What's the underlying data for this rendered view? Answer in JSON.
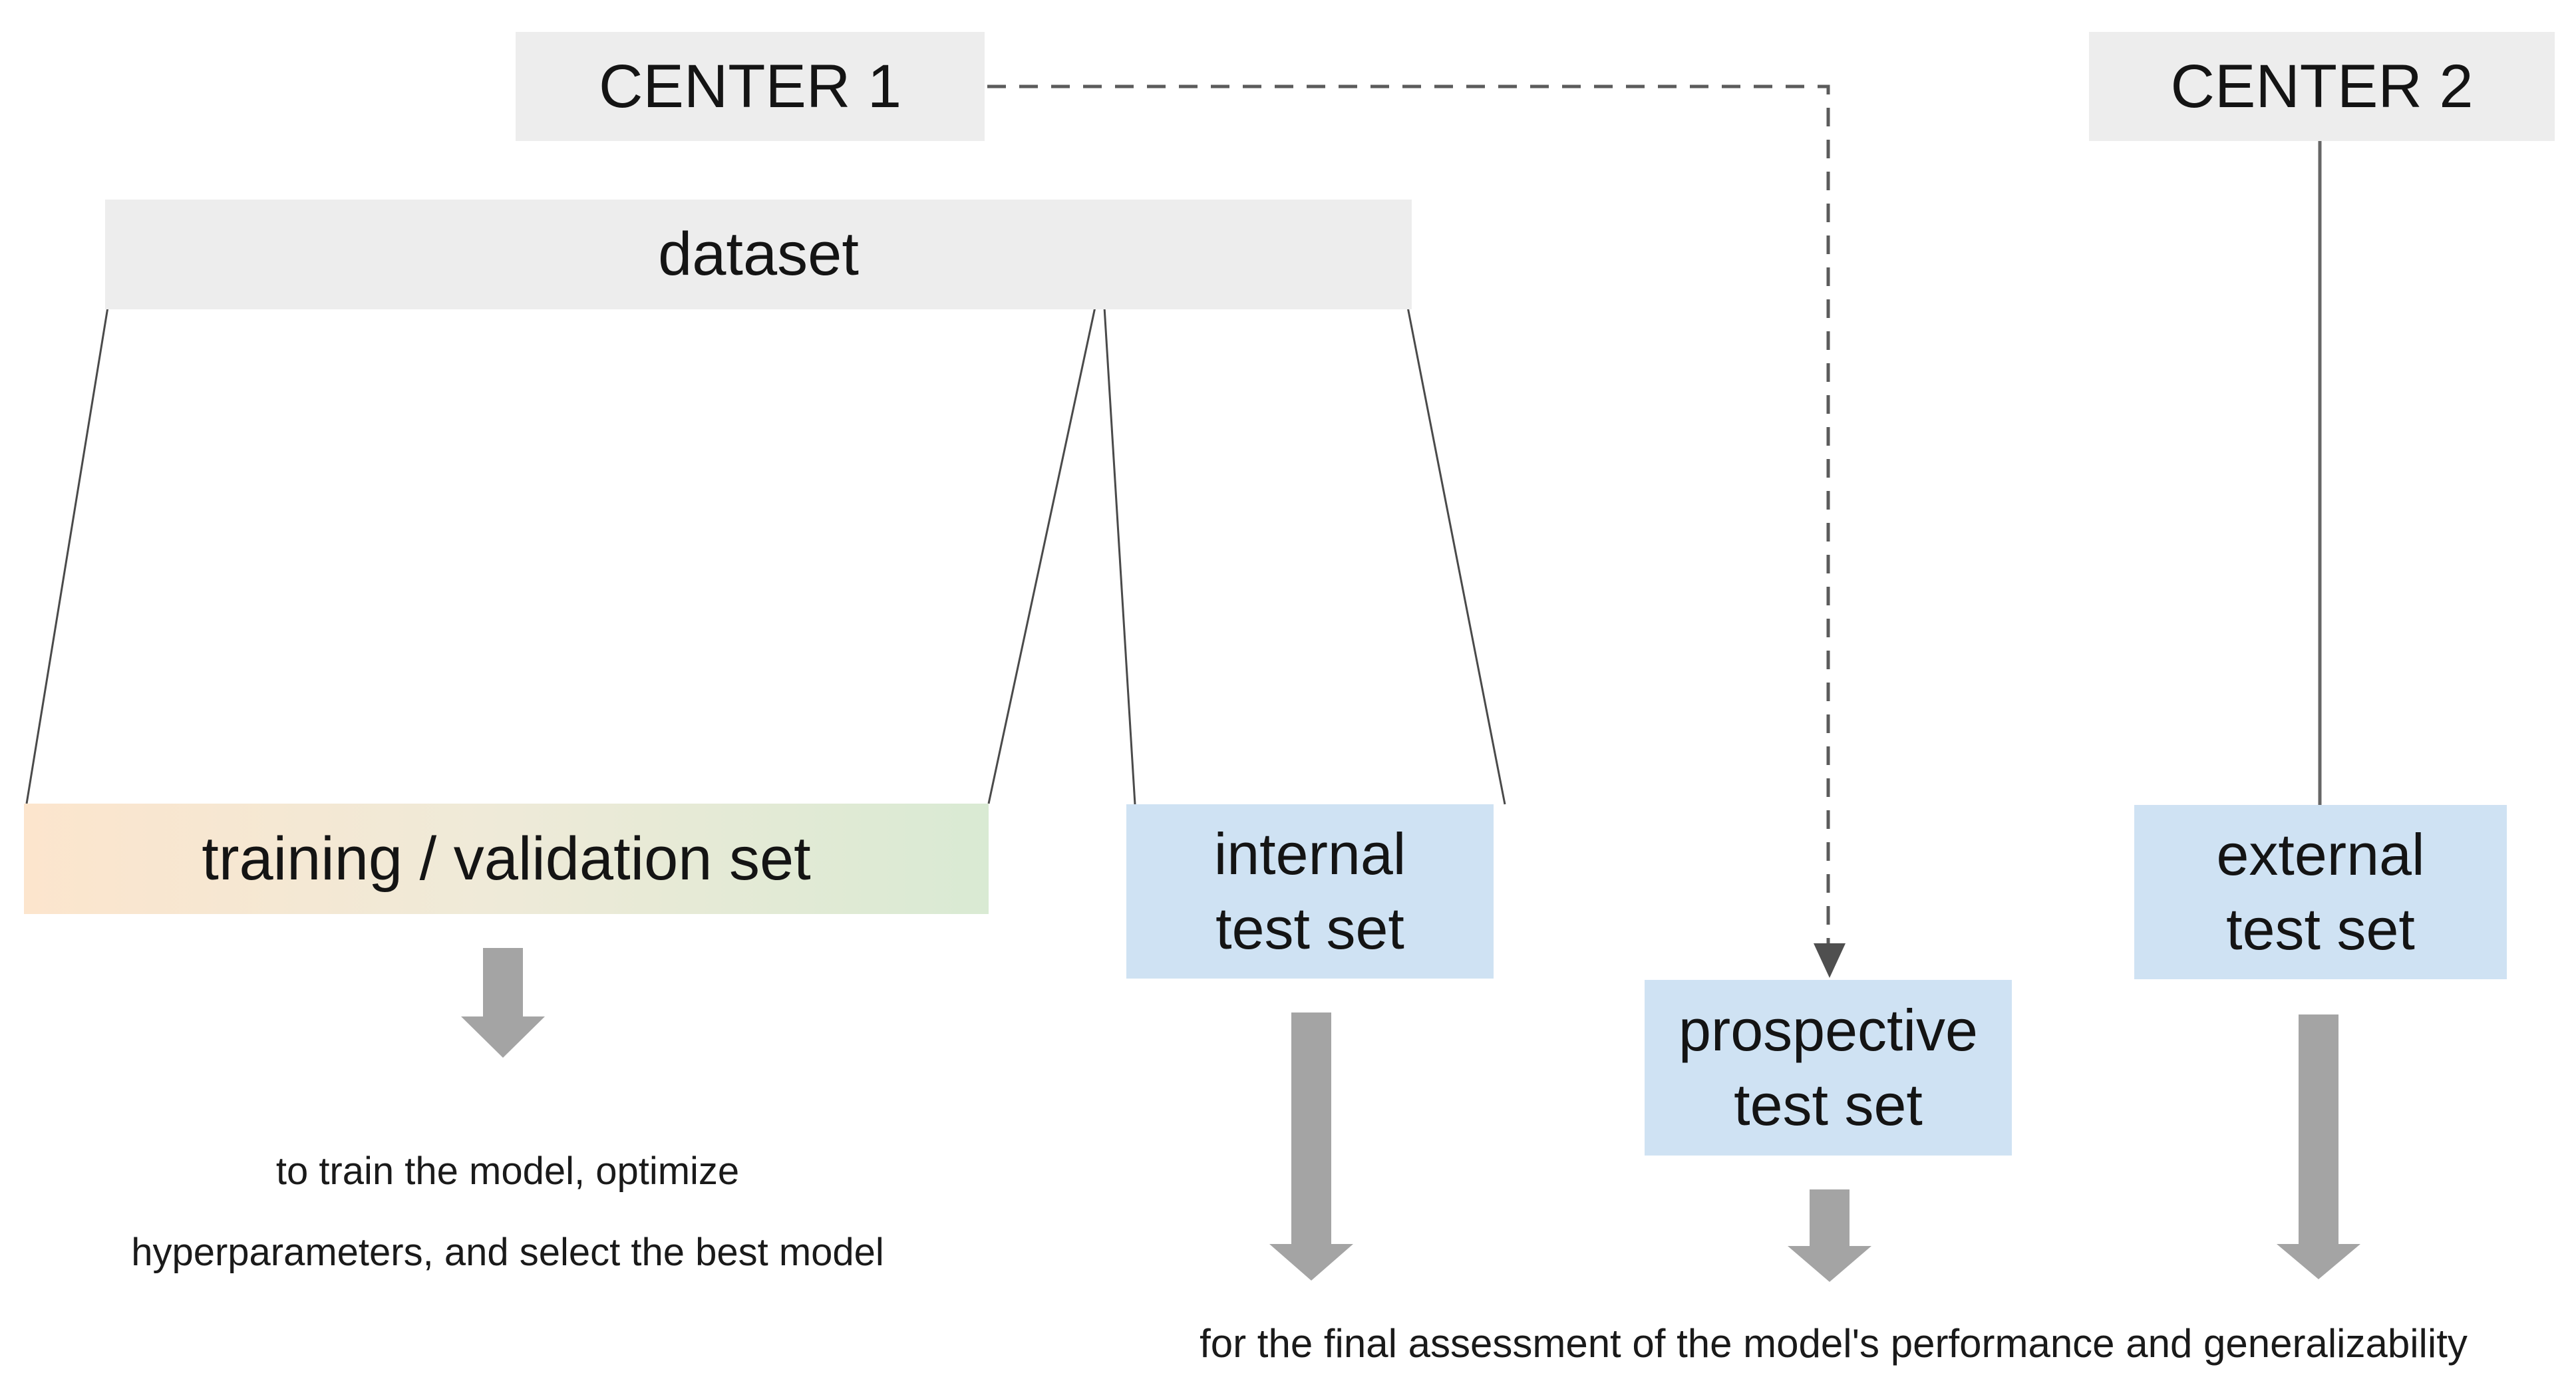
{
  "figure": {
    "center1_label": "CENTER 1",
    "center2_label": "CENTER 2",
    "dataset_label": "dataset",
    "training_label": "training / validation set",
    "internal_line1": "internal",
    "internal_line2": "test set",
    "prospective_line1": "prospective",
    "prospective_line2": "test set",
    "external_line1": "external",
    "external_line2": "test set",
    "note_training_line1": "to train the model, optimize",
    "note_training_line2": "hyperparameters, and select the best model",
    "note_testing": "for the final assessment of the model's performance and generalizability",
    "colors": {
      "node_gray": "#ededed",
      "test_set_blue": "#cfe2f3",
      "training_gradient_left": "#fce5cd",
      "training_gradient_right": "#d9ead3",
      "block_arrow_gray": "#a4a4a4",
      "connector_dark_gray": "#5b5b5b",
      "split_line_dark": "#4a4a4a"
    }
  }
}
